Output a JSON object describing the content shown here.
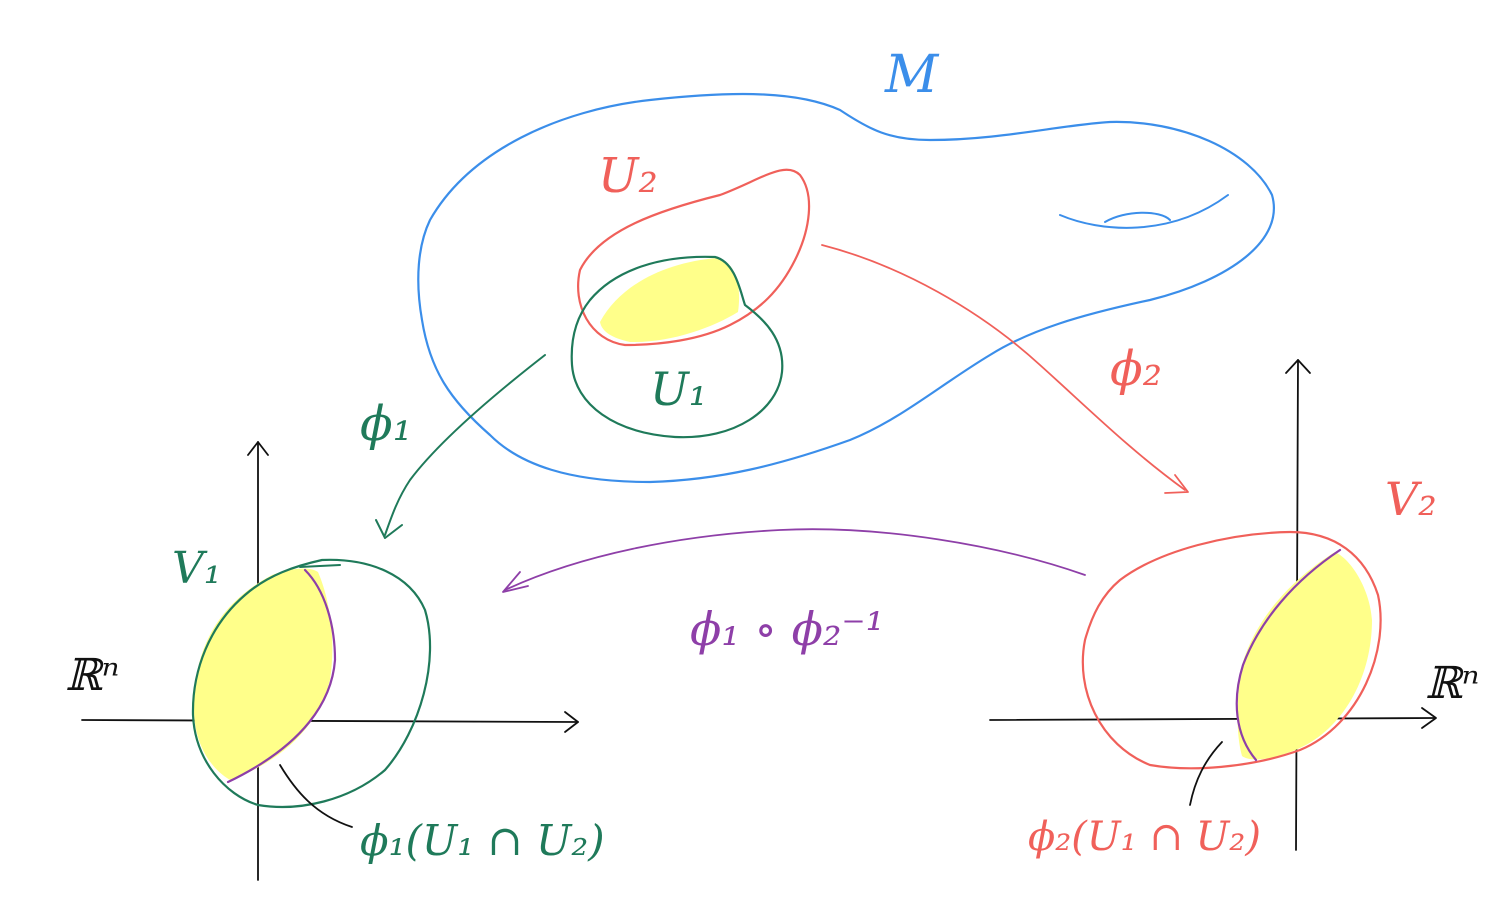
{
  "colors": {
    "manifold": "#3b8eea",
    "u1": "#1f7a5a",
    "u2": "#f0605a",
    "transition": "#8e3fa8",
    "axis": "#111111",
    "highlight": "#ffff8a"
  },
  "labels": {
    "manifold": "M",
    "u2": "U₂",
    "u1": "U₁",
    "phi1": "ϕ₁",
    "phi2": "ϕ₂",
    "v1": "V₁",
    "v2": "V₂",
    "rn_left": "ℝⁿ",
    "rn_right": "ℝⁿ",
    "transition": "ϕ₁ ∘ ϕ₂⁻¹",
    "image1": "ϕ₁(U₁ ∩ U₂)",
    "image2": "ϕ₂(U₁ ∩ U₂)"
  }
}
